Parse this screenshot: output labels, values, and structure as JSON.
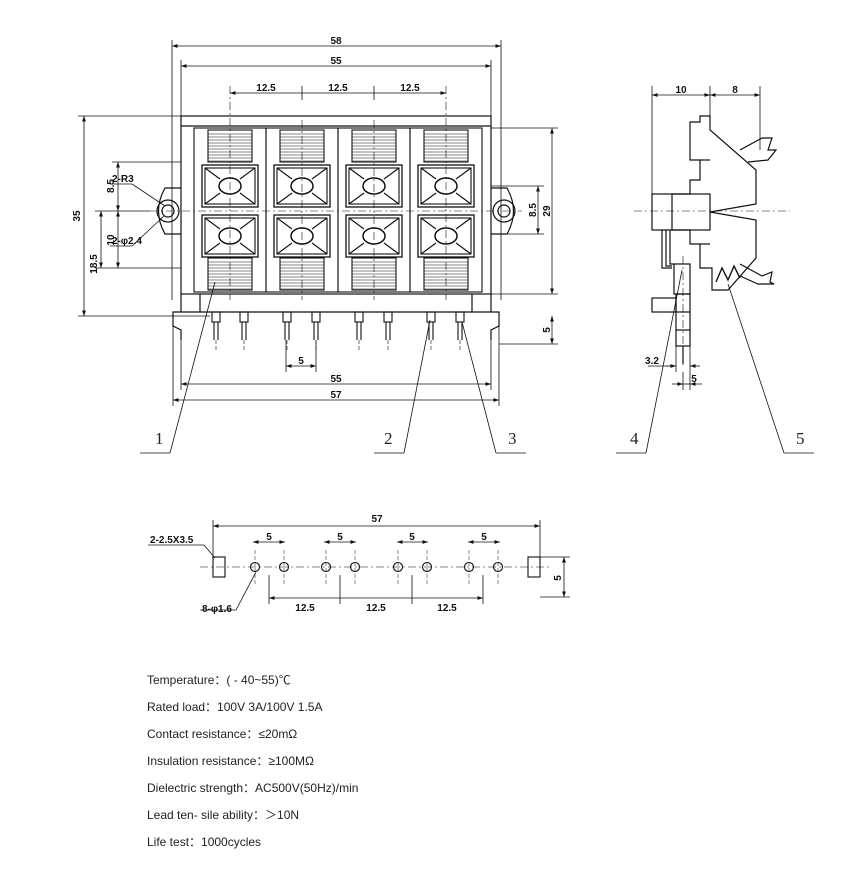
{
  "dims": {
    "top_58": "58",
    "top_55": "55",
    "pitch_a": "12.5",
    "pitch_b": "12.5",
    "pitch_c": "12.5",
    "r3": "2-R3",
    "phi24": "2-φ2.4",
    "left_85": "8.5",
    "left_10": "10",
    "left_185": "18.5",
    "left_35": "35",
    "right_85": "8.5",
    "right_29": "29",
    "right_5": "5",
    "bottom_5": "5",
    "bottom_55": "55",
    "bottom_57": "57",
    "side_10": "10",
    "side_8": "8",
    "side_32": "3.2",
    "side_5": "5",
    "pcb_57": "57",
    "pcb_slot": "2-2.5X3.5",
    "pcb_hole": "8-φ1.6",
    "pcb_5a": "5",
    "pcb_5b": "5",
    "pcb_5c": "5",
    "pcb_5d": "5",
    "pcb_5v": "5",
    "pcb_p1": "12.5",
    "pcb_p2": "12.5",
    "pcb_p3": "12.5"
  },
  "callouts": {
    "c1": "1",
    "c2": "2",
    "c3": "3",
    "c4": "4",
    "c5": "5"
  },
  "specs": [
    "Temperature：( - 40~55)℃",
    "Rated load：100V 3A/100V 1.5A",
    "Contact resistance：≤20mΩ",
    "Insulation resistance：≥100MΩ",
    "Dielectric strength：AC500V(50Hz)/min",
    "Lead ten- sile ability：＞10N",
    "Life test：1000cycles"
  ]
}
